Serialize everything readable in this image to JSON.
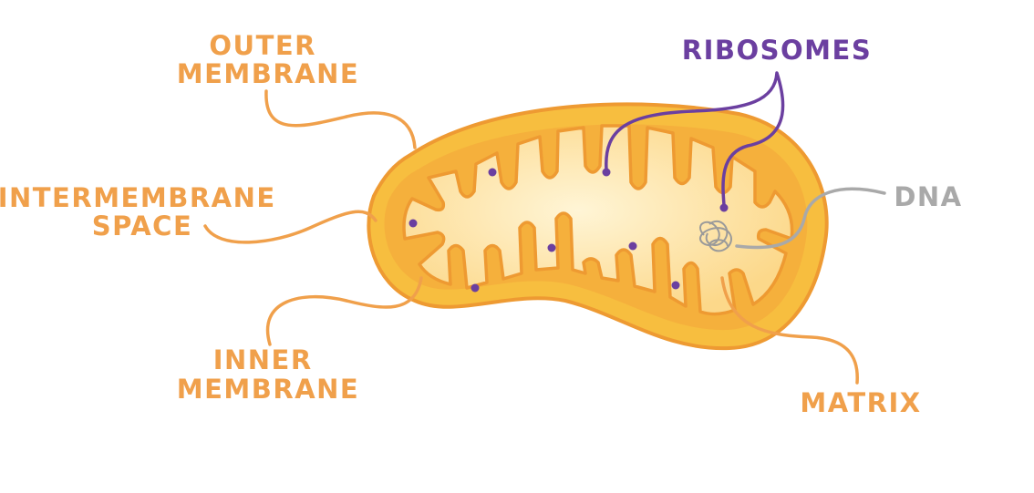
{
  "labels": {
    "outer_membrane": [
      "OUTER",
      "MEMBRANE"
    ],
    "ribosomes": "RIBOSOMES",
    "intermembrane_space": [
      "INTERMEMBRANE",
      "SPACE"
    ],
    "dna": "DNA",
    "inner_membrane": [
      "INNER",
      "MEMBRANE"
    ],
    "matrix": "MATRIX"
  },
  "colors": {
    "label_orange": "#f0a04b",
    "label_purple": "#6b3fa0",
    "label_gray": "#a9a9a9",
    "outer_fill": "#f7be3f",
    "outer_stroke": "#ee9a32",
    "matrix_fill": "#fde8b4",
    "ribosome_dot": "#6b3fa0",
    "dna_stroke": "#9a9a9a"
  }
}
